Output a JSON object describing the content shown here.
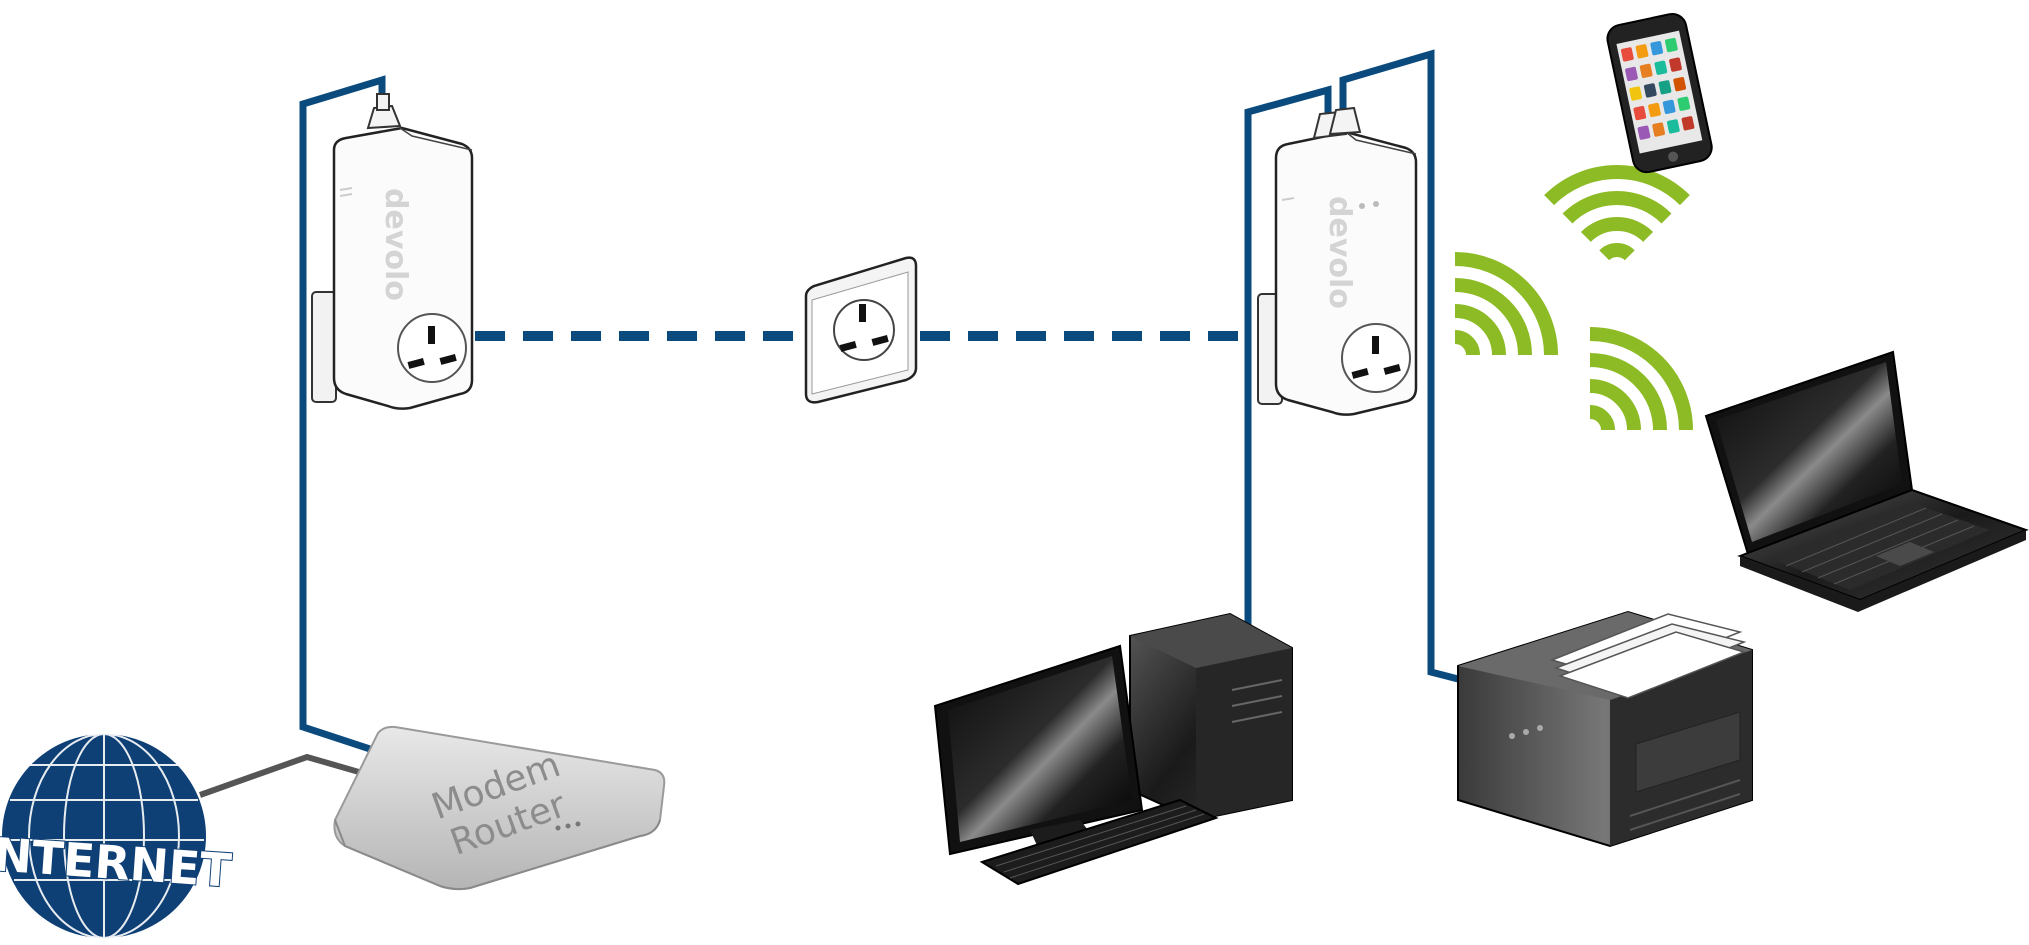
{
  "labels": {
    "internet": "INTERNET",
    "modem_line1": "Modem",
    "modem_line2": "Router",
    "brand_left": "devolo",
    "brand_right": "devolo"
  },
  "icons": {
    "globe": "globe-icon",
    "modem": "modem-router-icon",
    "adapter_left": "powerline-adapter-icon",
    "adapter_right": "powerline-wifi-adapter-icon",
    "wall_socket": "wall-socket-icon",
    "desktop": "desktop-computer-icon",
    "printer": "printer-icon",
    "laptop": "laptop-icon",
    "smartphone": "smartphone-icon",
    "wifi": "wifi-signal-icon"
  },
  "colors": {
    "cable": "#0b4a7d",
    "wifi": "#8dbb25",
    "globe": "#0e3f75",
    "dsl_line": "#555555"
  }
}
